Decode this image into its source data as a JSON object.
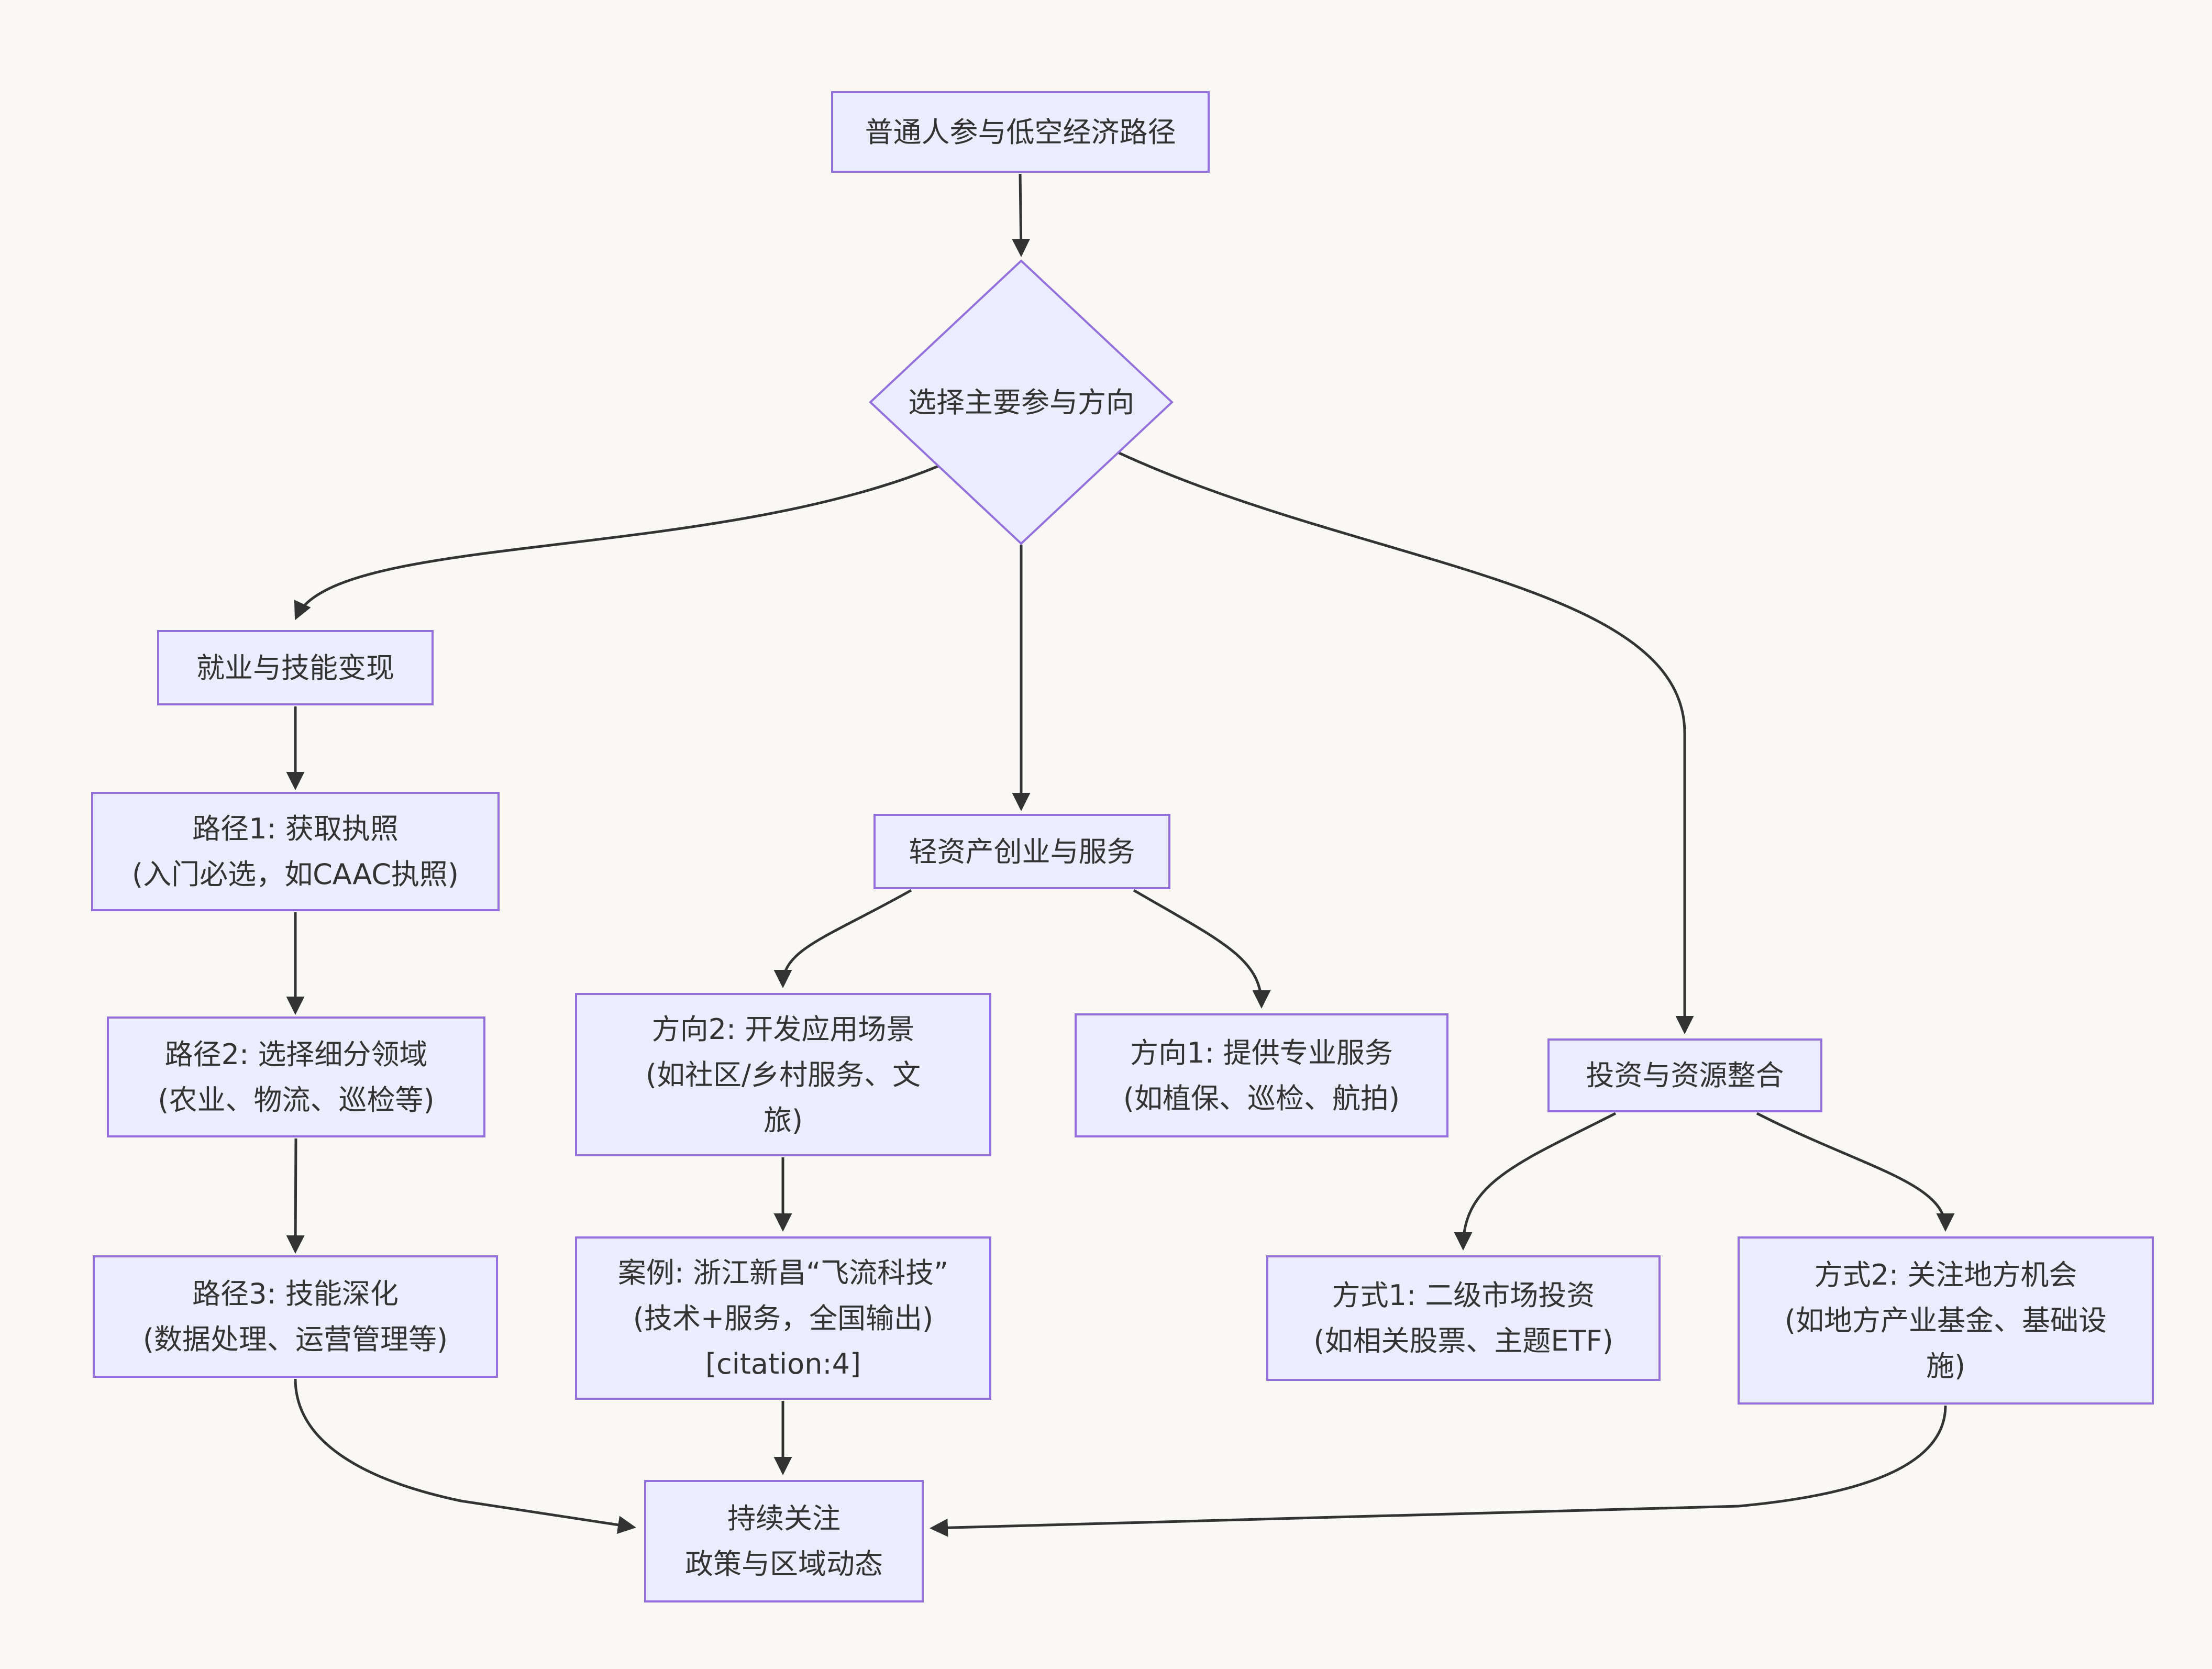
{
  "diagram": {
    "type": "flowchart",
    "colors": {
      "background": "#FAF8F4",
      "node_fill": "#ECECFF",
      "node_border": "#9370DB",
      "edge": "#333333",
      "text": "#333333"
    },
    "nodes": {
      "start": {
        "shape": "rect",
        "lines": [
          "普通人参与低空经济路径"
        ]
      },
      "decision": {
        "shape": "diamond",
        "lines": [
          "选择主要参与方向"
        ]
      },
      "employment": {
        "shape": "rect",
        "lines": [
          "就业与技能变现"
        ]
      },
      "path1": {
        "shape": "rect",
        "lines": [
          "路径1: 获取执照",
          "(入门必选，如CAAC执照)"
        ]
      },
      "path2": {
        "shape": "rect",
        "lines": [
          "路径2: 选择细分领域",
          "(农业、物流、巡检等)"
        ]
      },
      "path3": {
        "shape": "rect",
        "lines": [
          "路径3: 技能深化",
          "(数据处理、运营管理等)"
        ]
      },
      "startup": {
        "shape": "rect",
        "lines": [
          "轻资产创业与服务"
        ]
      },
      "dir2": {
        "shape": "rect",
        "lines": [
          "方向2: 开发应用场景",
          "(如社区/乡村服务、文",
          "旅)"
        ]
      },
      "dir1": {
        "shape": "rect",
        "lines": [
          "方向1: 提供专业服务",
          "(如植保、巡检、航拍)"
        ]
      },
      "case": {
        "shape": "rect",
        "lines": [
          "案例: 浙江新昌“飞流科技”",
          "(技术+服务，全国输出)",
          "[citation:4]"
        ]
      },
      "invest": {
        "shape": "rect",
        "lines": [
          "投资与资源整合"
        ]
      },
      "way1": {
        "shape": "rect",
        "lines": [
          "方式1: 二级市场投资",
          "(如相关股票、主题ETF)"
        ]
      },
      "way2": {
        "shape": "rect",
        "lines": [
          "方式2: 关注地方机会",
          "(如地方产业基金、基础设",
          "施)"
        ]
      },
      "follow": {
        "shape": "rect",
        "lines": [
          "持续关注",
          "政策与区域动态"
        ]
      }
    },
    "edges": [
      {
        "from": "start",
        "to": "decision"
      },
      {
        "from": "decision",
        "to": "employment"
      },
      {
        "from": "decision",
        "to": "startup"
      },
      {
        "from": "decision",
        "to": "invest"
      },
      {
        "from": "employment",
        "to": "path1"
      },
      {
        "from": "path1",
        "to": "path2"
      },
      {
        "from": "path2",
        "to": "path3"
      },
      {
        "from": "path3",
        "to": "follow"
      },
      {
        "from": "startup",
        "to": "dir2"
      },
      {
        "from": "startup",
        "to": "dir1"
      },
      {
        "from": "dir2",
        "to": "case"
      },
      {
        "from": "case",
        "to": "follow"
      },
      {
        "from": "invest",
        "to": "way1"
      },
      {
        "from": "invest",
        "to": "way2"
      },
      {
        "from": "way2",
        "to": "follow"
      }
    ]
  }
}
